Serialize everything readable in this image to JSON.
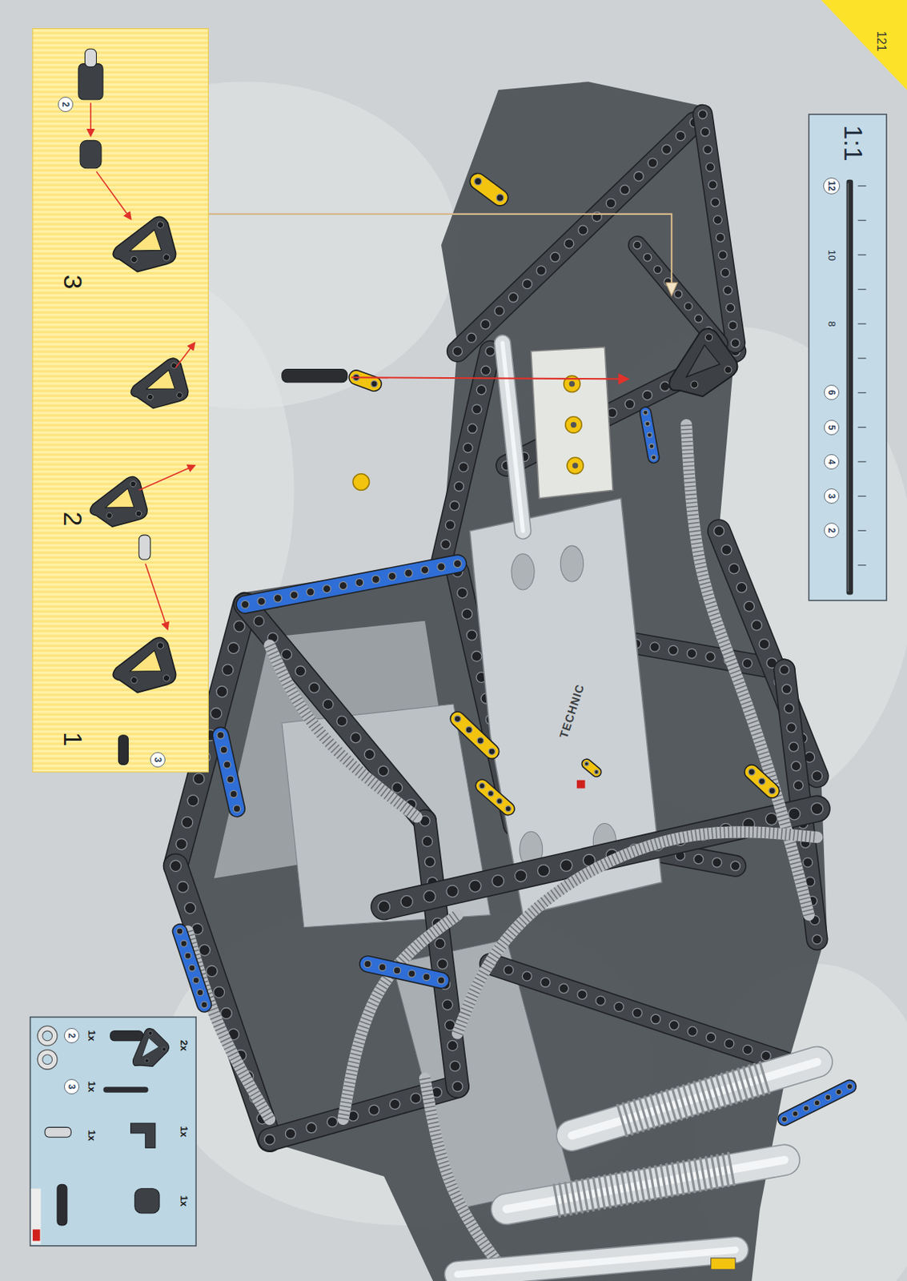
{
  "diagram": {
    "nodes": [
      {
        "text": [
          "121"
        ]
      },
      {
        "text": [
          "1",
          "2",
          "3"
        ]
      },
      {
        "text": [
          "3"
        ],
        "in": 1
      },
      {
        "text": [
          "2"
        ],
        "in": 1
      },
      {
        "text": [
          "1x",
          "1x",
          "1x",
          "2x",
          "1x",
          "1x"
        ]
      },
      {
        "text": [
          "2"
        ],
        "in": 4
      },
      {
        "text": [
          "3"
        ],
        "in": 4
      },
      {
        "text": [
          "1:1",
          "10",
          "8"
        ]
      },
      {
        "text": [
          "12"
        ],
        "in": 7
      },
      {
        "text": [
          "6"
        ],
        "in": 7
      },
      {
        "text": [
          "5"
        ],
        "in": 7
      },
      {
        "text": [
          "4"
        ],
        "in": 7
      },
      {
        "text": [
          "3"
        ],
        "in": 7
      },
      {
        "text": [
          "2"
        ],
        "in": 7
      }
    ],
    "labels": [
      "TECHNIC"
    ]
  }
}
